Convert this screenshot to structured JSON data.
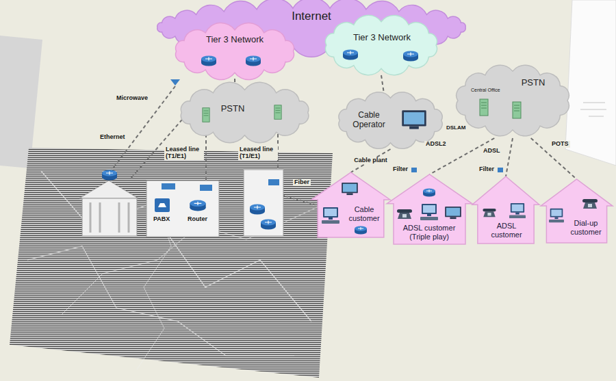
{
  "diagram": {
    "nodes": [
      {
        "text": [
          "Internet"
        ]
      },
      {
        "text": [
          "Tier 3 Network"
        ],
        "in": 0
      },
      {
        "text": [
          "Tier 3 Network"
        ],
        "in": 0
      },
      {
        "text": [
          "PSTN"
        ]
      },
      {
        "text": [
          "Cable Operator"
        ]
      },
      {
        "text": [
          "PSTN"
        ]
      },
      {
        "text": [
          "Cable customer"
        ]
      },
      {
        "text": [
          "ADSL customer (Triple play)"
        ]
      },
      {
        "text": [
          "ADSL customer"
        ]
      },
      {
        "text": [
          "Dial-up customer"
        ]
      }
    ],
    "edges": [
      {
        "from": 1,
        "to": 3,
        "arrow": "none"
      },
      {
        "from": 2,
        "to": 4,
        "arrow": "none"
      },
      {
        "from": 4,
        "to": 6,
        "label": "Cable plant",
        "arrow": "none"
      },
      {
        "from": 5,
        "to": 7,
        "arrow": "none"
      },
      {
        "from": 5,
        "to": 8,
        "arrow": "none"
      },
      {
        "from": 5,
        "to": 9,
        "arrow": "none"
      }
    ],
    "labels": [
      "Microwave",
      "Ethernet",
      "Leased line (T1/E1)",
      "Leased line (T1/E1)",
      "Fiber",
      "Filter",
      "Filter",
      "Central Office",
      "DSLAM",
      "ADSL2",
      "ADSL",
      "POTS",
      "PABX",
      "Router"
    ]
  }
}
